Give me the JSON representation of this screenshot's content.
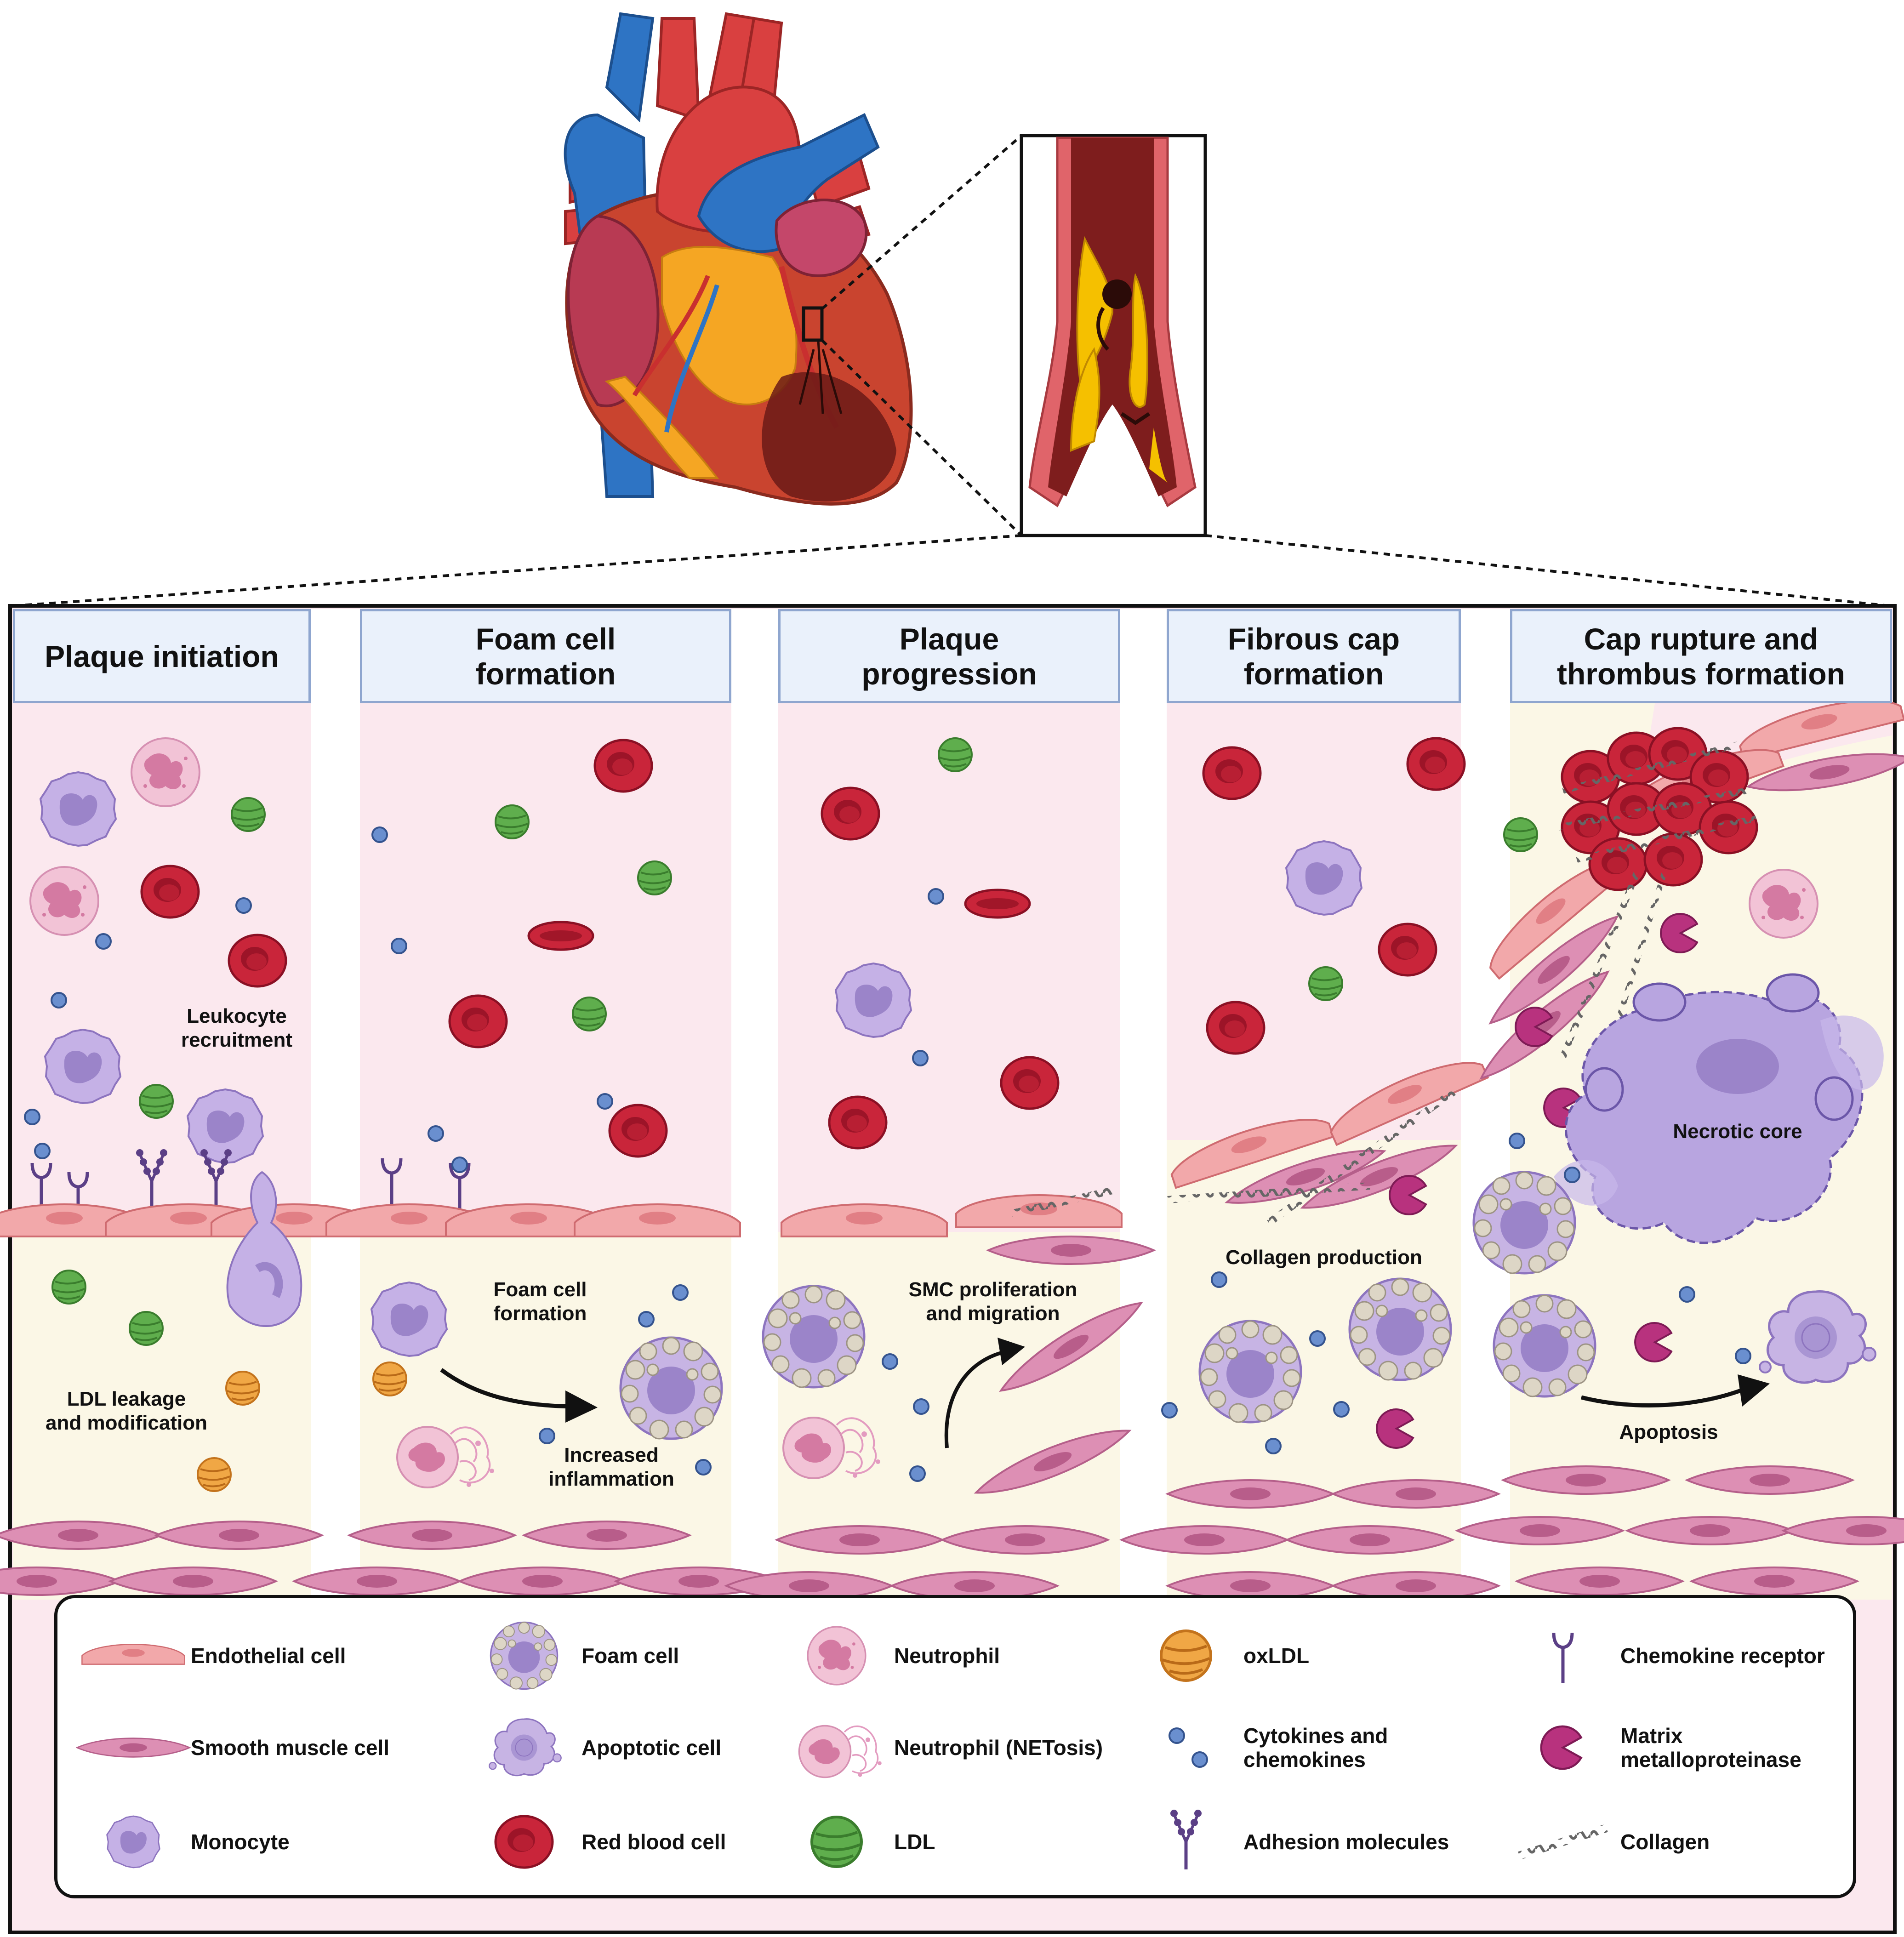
{
  "panels": [
    {
      "id": "plaque-initiation",
      "title_lines": [
        "Plaque initiation"
      ]
    },
    {
      "id": "foam-cell-formation",
      "title_lines": [
        "Foam cell",
        "formation"
      ]
    },
    {
      "id": "plaque-progression",
      "title_lines": [
        "Plaque",
        "progression"
      ]
    },
    {
      "id": "fibrous-cap-formation",
      "title_lines": [
        "Fibrous cap",
        "formation"
      ]
    },
    {
      "id": "cap-rupture",
      "title_lines": [
        "Cap rupture and",
        "thrombus formation"
      ]
    }
  ],
  "annotations": {
    "leukocyte_recruitment": [
      "Leukocyte",
      "recruitment"
    ],
    "ldl_leakage": [
      "LDL leakage",
      "and modification"
    ],
    "foam_cell_formation": [
      "Foam cell",
      "formation"
    ],
    "increased_inflammation": [
      "Increased",
      "inflammation"
    ],
    "smc_proliferation": [
      "SMC proliferation",
      "and migration"
    ],
    "collagen_production": [
      "Collagen production"
    ],
    "necrotic_core": [
      "Necrotic core"
    ],
    "apoptosis": [
      "Apoptosis"
    ]
  },
  "legend": {
    "items": [
      {
        "id": "endothelial",
        "icon": "endothelial-cell-icon",
        "lines": [
          "Endothelial cell"
        ]
      },
      {
        "id": "smooth-muscle",
        "icon": "smooth-muscle-cell-icon",
        "lines": [
          "Smooth muscle cell"
        ]
      },
      {
        "id": "monocyte",
        "icon": "monocyte-icon",
        "lines": [
          "Monocyte"
        ]
      },
      {
        "id": "foam",
        "icon": "foam-cell-icon",
        "lines": [
          "Foam cell"
        ]
      },
      {
        "id": "apoptotic",
        "icon": "apoptotic-cell-icon",
        "lines": [
          "Apoptotic cell"
        ]
      },
      {
        "id": "rbc",
        "icon": "red-blood-cell-icon",
        "lines": [
          "Red blood cell"
        ]
      },
      {
        "id": "neutrophil",
        "icon": "neutrophil-icon",
        "lines": [
          "Neutrophil"
        ]
      },
      {
        "id": "netosis",
        "icon": "neutrophil-netosis-icon",
        "lines": [
          "Neutrophil (NETosis)"
        ]
      },
      {
        "id": "ldl",
        "icon": "ldl-icon",
        "lines": [
          "LDL"
        ]
      },
      {
        "id": "oxldl",
        "icon": "oxldl-icon",
        "lines": [
          "oxLDL"
        ]
      },
      {
        "id": "cytokines",
        "icon": "cytokines-icon",
        "lines": [
          "Cytokines and",
          "chemokines"
        ]
      },
      {
        "id": "adhesion",
        "icon": "adhesion-molecules-icon",
        "lines": [
          "Adhesion molecules"
        ]
      },
      {
        "id": "chemokine-receptor",
        "icon": "chemokine-receptor-icon",
        "lines": [
          "Chemokine receptor"
        ]
      },
      {
        "id": "mmp",
        "icon": "matrix-metalloproteinase-icon",
        "lines": [
          "Matrix",
          "metalloproteinase"
        ]
      },
      {
        "id": "collagen",
        "icon": "collagen-icon",
        "lines": [
          "Collagen"
        ]
      }
    ]
  },
  "colors": {
    "lumen": "#fbe8ee",
    "intima": "#fbf7e6",
    "endothelium": "#f0a3a6",
    "smooth_muscle": "#d98bb0",
    "monocyte": "#b9a3dc",
    "rbc": "#c9253a",
    "ldl": "#5fae4d",
    "oxldl": "#e89a3a",
    "cytokine": "#6a8fcf",
    "mmp": "#b8327e",
    "title_fill": "#eaf1fb",
    "title_border": "#8fa6cf"
  }
}
